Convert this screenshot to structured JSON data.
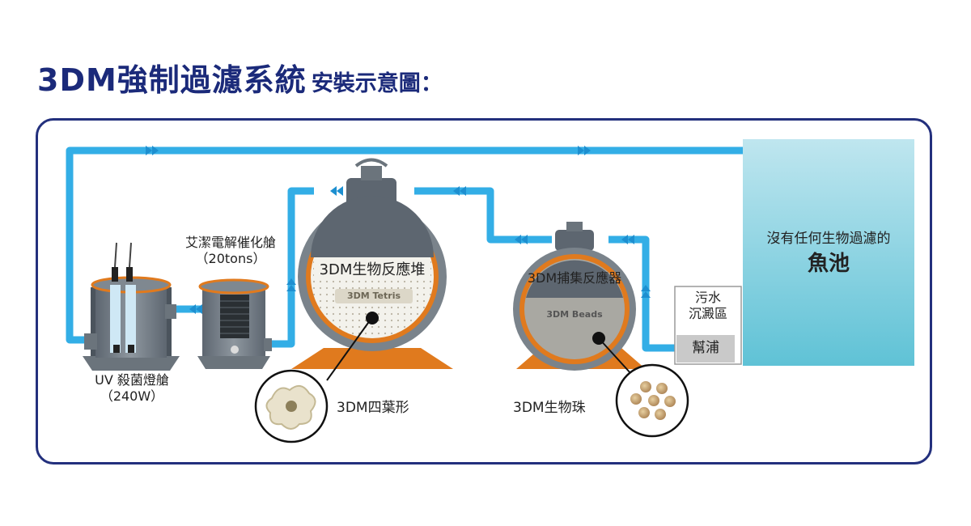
{
  "title": {
    "main": "3DM強制過濾系統",
    "sub": "安裝示意圖："
  },
  "colors": {
    "pipe": "#33aee6",
    "frame": "#23307d",
    "title": "#1b2a7a",
    "orange": "#e07a1e",
    "pond": "#7fd0de"
  },
  "labels": {
    "uv_line1": "UV 殺菌燈艙",
    "uv_line2": "（240W）",
    "ion_line1": "艾潔電解催化艙",
    "ion_line2": "（20tons）",
    "tetris_tank": "3DM生物反應堆",
    "tetris_badge": "3DM Tetris",
    "beads_tank": "3DM捕集反應器",
    "beads_badge": "3DM Beads",
    "tetris_media": "3DM四葉形",
    "beads_media": "3DM生物珠",
    "sediment_line1": "污水",
    "sediment_line2": "沉澱區",
    "pump": "幫浦",
    "pond_line1": "沒有任何生物過濾的",
    "pond_line2": "魚池"
  }
}
